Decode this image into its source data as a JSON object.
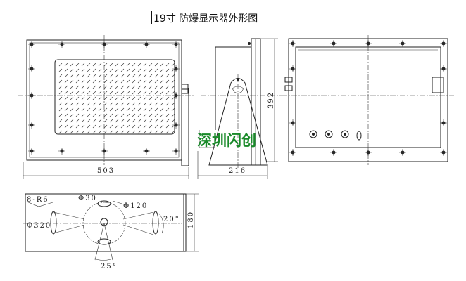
{
  "title": "19寸  防爆显示器外形图",
  "watermark": "深圳闪创",
  "dimensions": {
    "width": "503",
    "depth": "216",
    "height": "392",
    "bottom_depth": "180",
    "hole_label": "8-R6",
    "phi30": "Φ30",
    "phi120": "Φ120",
    "phi320": "Φ320",
    "angle20": "20°",
    "angle25": "25°"
  },
  "colors": {
    "watermark": "#1a8a2a",
    "lines": "#222222"
  }
}
